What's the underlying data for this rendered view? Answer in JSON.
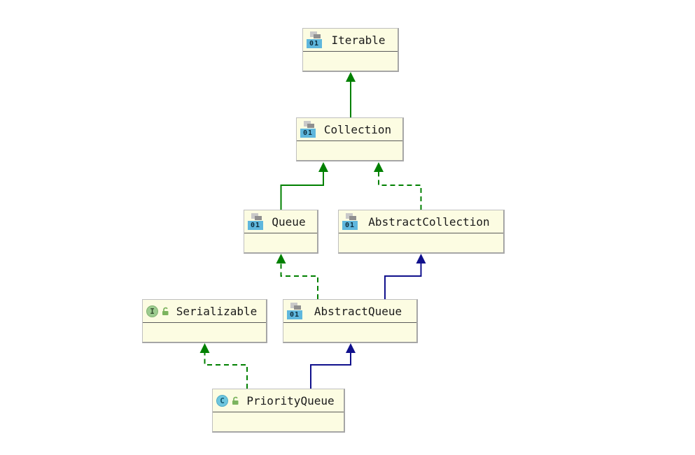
{
  "classes": [
    {
      "name": "Iterable",
      "kind": "binary",
      "badge": "01"
    },
    {
      "name": "Collection",
      "kind": "binary",
      "badge": "01"
    },
    {
      "name": "Queue",
      "kind": "binary",
      "badge": "01"
    },
    {
      "name": "AbstractCollection",
      "kind": "binary",
      "badge": "01"
    },
    {
      "name": "Serializable",
      "kind": "interface",
      "letter": "I"
    },
    {
      "name": "AbstractQueue",
      "kind": "binary",
      "badge": "01"
    },
    {
      "name": "PriorityQueue",
      "kind": "class",
      "letter": "C"
    }
  ],
  "relationships": [
    {
      "from": "Collection",
      "to": "Iterable",
      "line": "solid",
      "color": "#008000"
    },
    {
      "from": "Queue",
      "to": "Collection",
      "line": "solid",
      "color": "#008000"
    },
    {
      "from": "AbstractCollection",
      "to": "Collection",
      "line": "dashed",
      "color": "#008000"
    },
    {
      "from": "AbstractQueue",
      "to": "Queue",
      "line": "dashed",
      "color": "#008000"
    },
    {
      "from": "AbstractQueue",
      "to": "AbstractCollection",
      "line": "solid",
      "color": "#10108c"
    },
    {
      "from": "PriorityQueue",
      "to": "Serializable",
      "line": "dashed",
      "color": "#008000"
    },
    {
      "from": "PriorityQueue",
      "to": "AbstractQueue",
      "line": "solid",
      "color": "#10108c"
    }
  ],
  "colors": {
    "canvas": "#ffffff",
    "node_fill": "#fcfce2",
    "node_border": "#bfbfbf",
    "divider": "#5a5a5a",
    "text": "#1b1b1b",
    "green_edge": "#008000",
    "navy_edge": "#10108c",
    "badge_blue": "#5fb7dd",
    "interface_green": "#9ccb8f",
    "class_blue": "#6ec6de",
    "lock_green": "#7cb45e"
  }
}
